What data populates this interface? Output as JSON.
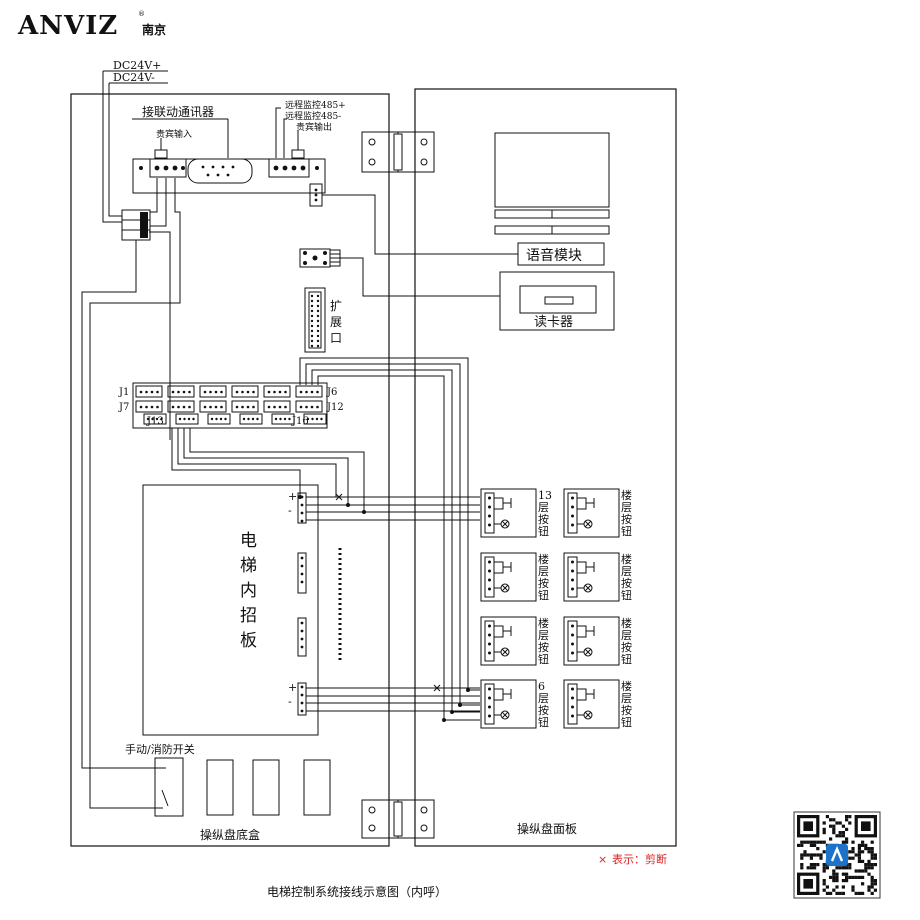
{
  "brand": {
    "name": "ANVIZ",
    "registered": "®",
    "city": "南京"
  },
  "power": {
    "plus": "DC24V+",
    "minus": "DC24V-"
  },
  "labels": {
    "cascade_comm": "接联动通讯器",
    "vip_in": "贵宾输入",
    "remote_plus": "远程监控485+",
    "remote_minus": "远程监控485-",
    "vip_out": "贵宾输出",
    "expansion": [
      "扩",
      "展",
      "口"
    ],
    "voice_module": "语音模块",
    "card_reader": "读卡器",
    "inner_panel": [
      "电",
      "梯",
      "内",
      "招",
      "板"
    ],
    "switch": "手动/消防开关",
    "base_box": "操纵盘底盒",
    "face_panel": "操纵盘面板",
    "cut_legend_mark": "×",
    "cut_legend": "表示：剪断",
    "caption": "电梯控制系统接线示意图（内呼）",
    "plus_sign": "+",
    "minus_sign": "-"
  },
  "connectors": {
    "j1": "J1",
    "j7": "J7",
    "j6": "J6",
    "j12": "J12",
    "j13": "J13",
    "j16": "J16"
  },
  "floor_buttons": {
    "left": [
      [
        "13",
        "层",
        "按",
        "钮"
      ],
      [
        "楼",
        "层",
        "按",
        "钮"
      ],
      [
        "楼",
        "层",
        "按",
        "钮"
      ],
      [
        "6",
        "层",
        "按",
        "钮"
      ]
    ],
    "right": [
      [
        "楼",
        "层",
        "按",
        "钮"
      ],
      [
        "楼",
        "层",
        "按",
        "钮"
      ],
      [
        "楼",
        "层",
        "按",
        "钮"
      ],
      [
        "楼",
        "层",
        "按",
        "钮"
      ]
    ]
  }
}
